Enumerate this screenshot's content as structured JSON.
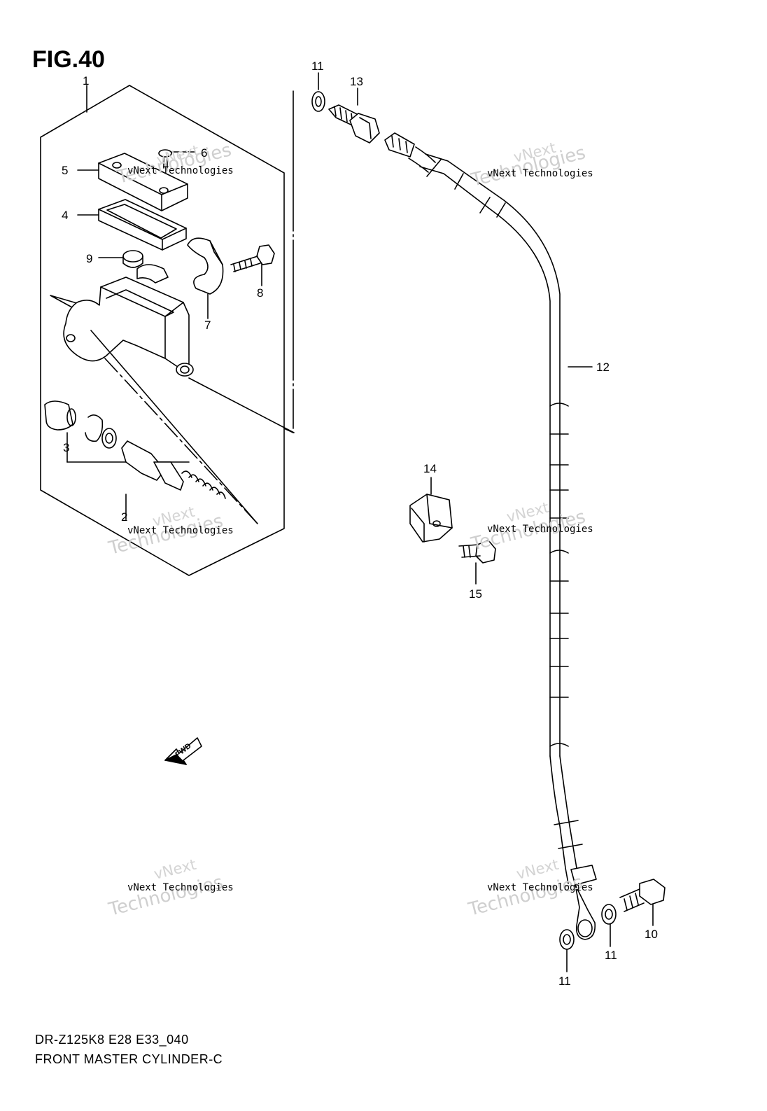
{
  "figure": {
    "title": "FIG.40",
    "model_code": "DR-Z125K8 E28 E33_040",
    "section_name": "FRONT MASTER CYLINDER-C"
  },
  "callouts": {
    "c1": "1",
    "c2": "2",
    "c3": "3",
    "c4": "4",
    "c5": "5",
    "c6": "6",
    "c7": "7",
    "c8": "8",
    "c9": "9",
    "c10": "10",
    "c11a": "11",
    "c11b": "11",
    "c11c": "11",
    "c12": "12",
    "c13": "13",
    "c14": "14",
    "c15": "15"
  },
  "fwd_label": "FWD",
  "watermark": {
    "line1": "vNext Technologies",
    "line2": "Technologies",
    "line3": "vNext"
  }
}
